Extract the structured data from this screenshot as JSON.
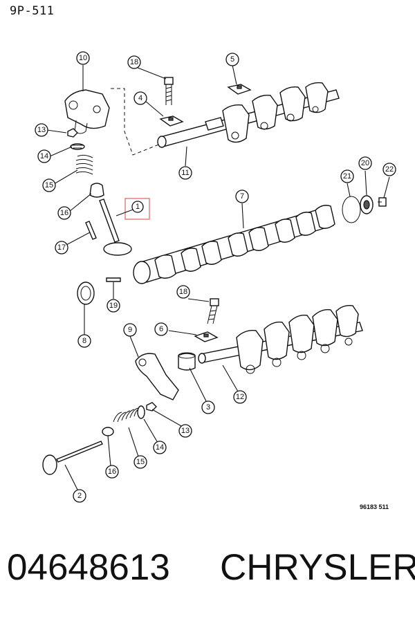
{
  "header": {
    "sheet_id": "9P-511"
  },
  "figure": {
    "code": "96183 511",
    "highlight_color": "#e36b6b"
  },
  "callouts": [
    {
      "num": "10",
      "name": "callout-10"
    },
    {
      "num": "18",
      "name": "callout-18-upper"
    },
    {
      "num": "5",
      "name": "callout-5"
    },
    {
      "num": "4",
      "name": "callout-4"
    },
    {
      "num": "13",
      "name": "callout-13-upper"
    },
    {
      "num": "14",
      "name": "callout-14-upper"
    },
    {
      "num": "15",
      "name": "callout-15-upper"
    },
    {
      "num": "11",
      "name": "callout-11"
    },
    {
      "num": "21",
      "name": "callout-21"
    },
    {
      "num": "20",
      "name": "callout-20"
    },
    {
      "num": "22",
      "name": "callout-22"
    },
    {
      "num": "16",
      "name": "callout-16-upper"
    },
    {
      "num": "1",
      "name": "callout-1"
    },
    {
      "num": "7",
      "name": "callout-7"
    },
    {
      "num": "17",
      "name": "callout-17"
    },
    {
      "num": "18",
      "name": "callout-18-lower"
    },
    {
      "num": "19",
      "name": "callout-19"
    },
    {
      "num": "8",
      "name": "callout-8"
    },
    {
      "num": "9",
      "name": "callout-9"
    },
    {
      "num": "6",
      "name": "callout-6"
    },
    {
      "num": "3",
      "name": "callout-3"
    },
    {
      "num": "12",
      "name": "callout-12"
    },
    {
      "num": "13",
      "name": "callout-13-lower"
    },
    {
      "num": "14",
      "name": "callout-14-lower"
    },
    {
      "num": "15",
      "name": "callout-15-lower"
    },
    {
      "num": "16",
      "name": "callout-16-lower"
    },
    {
      "num": "2",
      "name": "callout-2"
    }
  ],
  "footer": {
    "part_number": "04648613",
    "brand": "CHRYSLER"
  }
}
